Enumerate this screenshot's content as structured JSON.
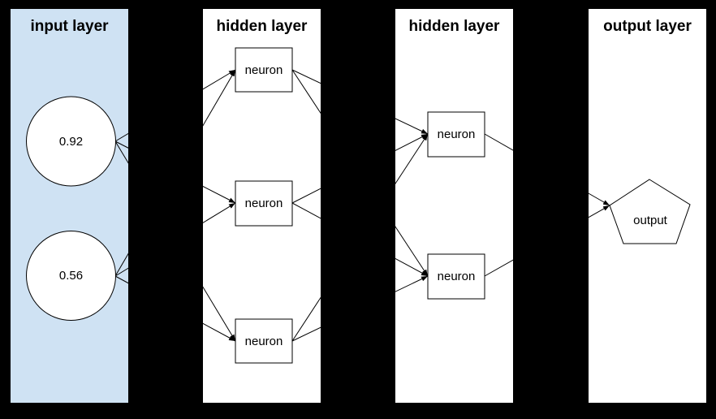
{
  "colors": {
    "background": "#000000",
    "input_panel": "#cfe2f3",
    "panel": "#ffffff",
    "node_fill": "#ffffff",
    "node_stroke": "#000000",
    "edge": "#000000",
    "text": "#000000"
  },
  "layers": [
    {
      "id": "input-layer",
      "title": "input layer",
      "nodes": [
        {
          "id": "input-1",
          "shape": "circle",
          "label": "0.92"
        },
        {
          "id": "input-2",
          "shape": "circle",
          "label": "0.56"
        }
      ]
    },
    {
      "id": "hidden-layer-1",
      "title": "hidden layer",
      "nodes": [
        {
          "id": "h1-n1",
          "shape": "rect",
          "label": "neuron"
        },
        {
          "id": "h1-n2",
          "shape": "rect",
          "label": "neuron"
        },
        {
          "id": "h1-n3",
          "shape": "rect",
          "label": "neuron"
        }
      ]
    },
    {
      "id": "hidden-layer-2",
      "title": "hidden layer",
      "nodes": [
        {
          "id": "h2-n1",
          "shape": "rect",
          "label": "neuron"
        },
        {
          "id": "h2-n2",
          "shape": "rect",
          "label": "neuron"
        }
      ]
    },
    {
      "id": "output-layer",
      "title": "output layer",
      "nodes": [
        {
          "id": "output",
          "shape": "pentagon",
          "label": "output"
        }
      ]
    }
  ],
  "edges": [
    {
      "from": "input-1",
      "to": "h1-n1"
    },
    {
      "from": "input-1",
      "to": "h1-n2"
    },
    {
      "from": "input-1",
      "to": "h1-n3"
    },
    {
      "from": "input-2",
      "to": "h1-n1"
    },
    {
      "from": "input-2",
      "to": "h1-n2"
    },
    {
      "from": "input-2",
      "to": "h1-n3"
    },
    {
      "from": "h1-n1",
      "to": "h2-n1"
    },
    {
      "from": "h1-n1",
      "to": "h2-n2"
    },
    {
      "from": "h1-n2",
      "to": "h2-n1"
    },
    {
      "from": "h1-n2",
      "to": "h2-n2"
    },
    {
      "from": "h1-n3",
      "to": "h2-n1"
    },
    {
      "from": "h1-n3",
      "to": "h2-n2"
    },
    {
      "from": "h2-n1",
      "to": "output"
    },
    {
      "from": "h2-n2",
      "to": "output"
    }
  ]
}
